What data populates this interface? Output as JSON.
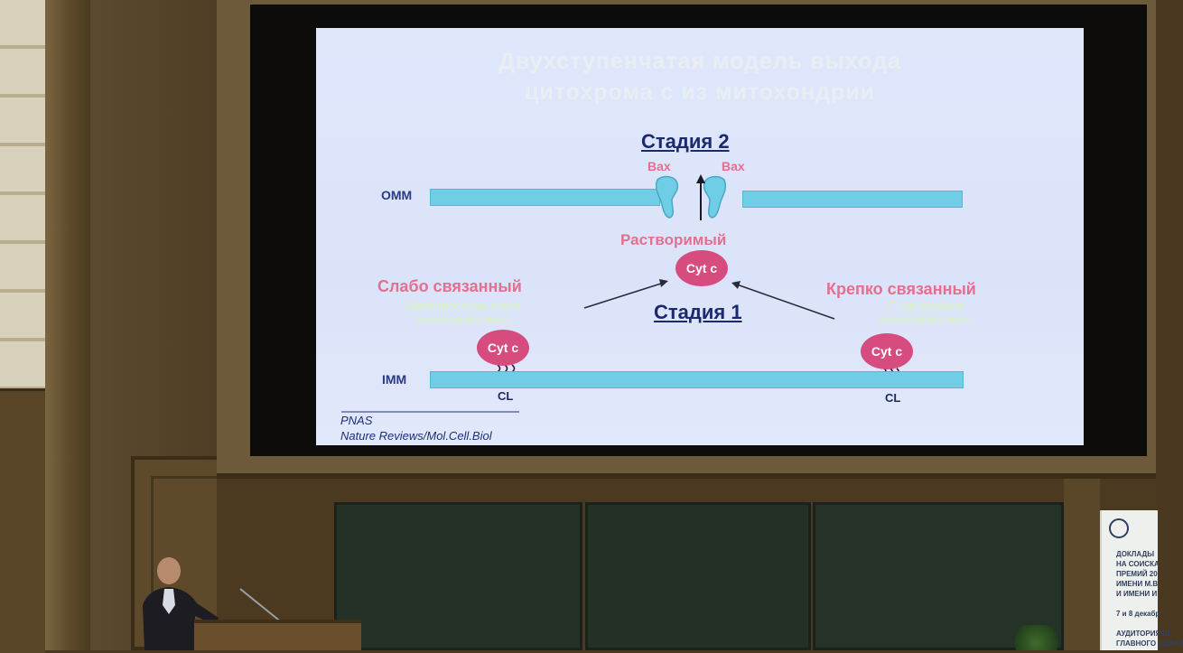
{
  "slide": {
    "title_line1": "Двухступенчатая модель выхода",
    "title_line2": "цитохрома с из митохондрии",
    "stage2": "Стадия 2",
    "stage1": "Стадия 1",
    "bax_left": "Bax",
    "bax_right": "Bax",
    "omm": "OMM",
    "imm": "IMM",
    "soluble": "Растворимый",
    "weakly_bound": "Слабо связанный",
    "weakly_bound_note_1": "(Электростатическое",
    "weakly_bound_note_2": "взаимодействие)",
    "tightly_bound": "Крепко связанный",
    "tightly_bound_note_1": "(Гидрофобное",
    "tightly_bound_note_2": "взаимодействие)",
    "cyt_center": "Cyt c",
    "cyt_left": "Cyt c",
    "cyt_right": "Cyt c",
    "cl_left": "CL",
    "cl_right": "CL",
    "ref_1": "PNAS",
    "ref_2": "Nature Reviews/Mol.Cell.Biol",
    "colors": {
      "slide_bg": "#dde5fa",
      "membrane": "#6fcde6",
      "cyt": "#d64c7e",
      "label_pink": "#e46f8f",
      "label_blue": "#2a3a86"
    }
  },
  "banner": {
    "text": "ДОКЛАДЫ\nНА СОИСКА\nПРЕМИЙ 20\nИМЕНИ М.В\nИ ИМЕНИ И\n\n7 и 8 декабр\n\nАУДИТОРИЯ Ш\nГЛАВНОГО ЗДАНИ"
  }
}
